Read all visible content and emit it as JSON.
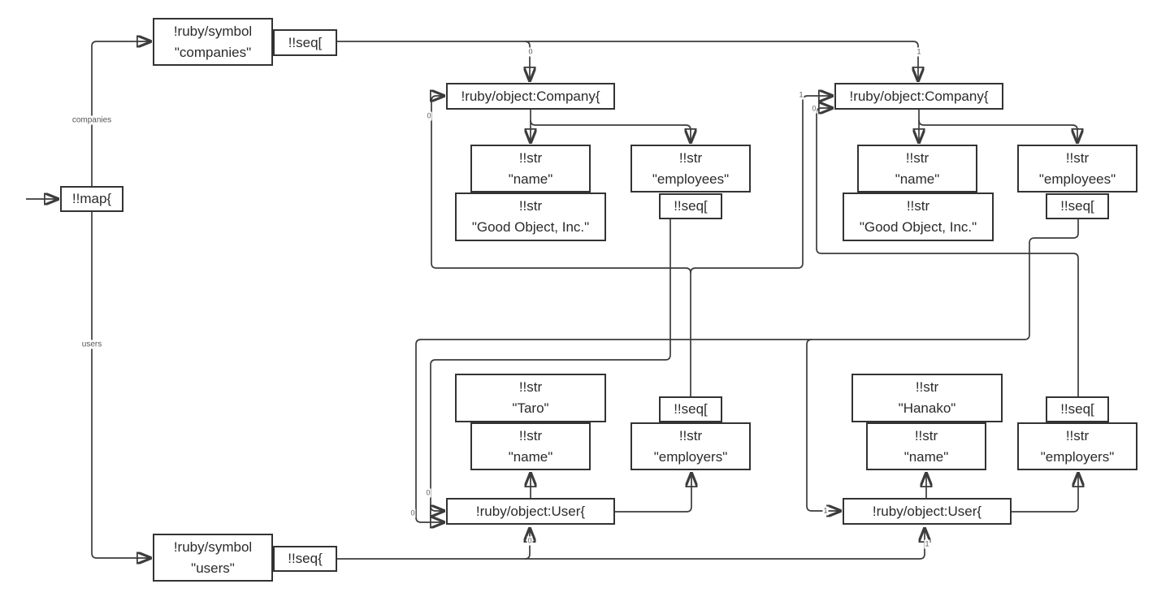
{
  "diagram": {
    "colors": {
      "background": "#ffffff",
      "line": "#3c3c3c",
      "box_border": "#333333",
      "node_text": "#2b2b2b",
      "edge_label_text": "#555555"
    },
    "nodes": {
      "map_root": {
        "label": "!!map{"
      },
      "companies_symbol": {
        "line1": "!ruby/symbol",
        "line2": "\"companies\""
      },
      "companies_seq": {
        "label": "!!seq["
      },
      "company1": {
        "label": "!ruby/object:Company{"
      },
      "company1_name_key": {
        "line1": "!!str",
        "line2": "\"name\""
      },
      "company1_name_value": {
        "line1": "!!str",
        "line2": "\"Good Object, Inc.\""
      },
      "company1_employees_key": {
        "line1": "!!str",
        "line2": "\"employees\""
      },
      "company1_employees_seq": {
        "label": "!!seq["
      },
      "company2": {
        "label": "!ruby/object:Company{"
      },
      "company2_name_key": {
        "line1": "!!str",
        "line2": "\"name\""
      },
      "company2_name_value": {
        "line1": "!!str",
        "line2": "\"Good Object, Inc.\""
      },
      "company2_employees_key": {
        "line1": "!!str",
        "line2": "\"employees\""
      },
      "company2_employees_seq": {
        "label": "!!seq["
      },
      "user1_name_value": {
        "line1": "!!str",
        "line2": "\"Taro\""
      },
      "user1_name_key": {
        "line1": "!!str",
        "line2": "\"name\""
      },
      "user1_employers_seq": {
        "label": "!!seq["
      },
      "user1_employers_key": {
        "line1": "!!str",
        "line2": "\"employers\""
      },
      "user1": {
        "label": "!ruby/object:User{"
      },
      "user2_name_value": {
        "line1": "!!str",
        "line2": "\"Hanako\""
      },
      "user2_name_key": {
        "line1": "!!str",
        "line2": "\"name\""
      },
      "user2_employers_seq": {
        "label": "!!seq["
      },
      "user2_employers_key": {
        "line1": "!!str",
        "line2": "\"employers\""
      },
      "user2": {
        "label": "!ruby/object:User{"
      },
      "users_symbol": {
        "line1": "!ruby/symbol",
        "line2": "\"users\""
      },
      "users_seq": {
        "label": "!!seq{"
      }
    },
    "edge_labels": {
      "map_companies_key": "companies",
      "map_users_key": "users",
      "companies_idx0": "0",
      "companies_idx1": "1",
      "users_idx0": "0",
      "users_idx1": "1",
      "user1_employers_idx0": "0",
      "user1_employers_idx1": "1",
      "user2_employers_idx0": "0",
      "company1_employees_idx0": "0",
      "company2_employees_idx0": "0",
      "company2_employees_idx1": "1"
    }
  }
}
